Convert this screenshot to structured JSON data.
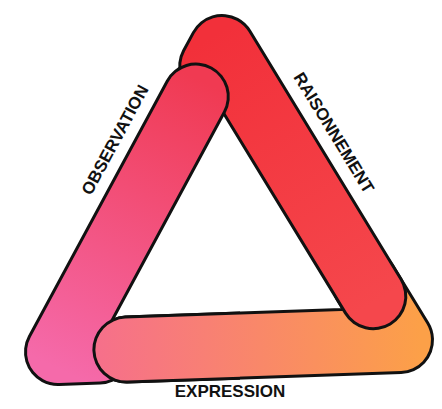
{
  "diagram": {
    "labels": [
      "OBSERVATION",
      "RAISONNEMENT",
      "EXPRESSION"
    ]
  }
}
